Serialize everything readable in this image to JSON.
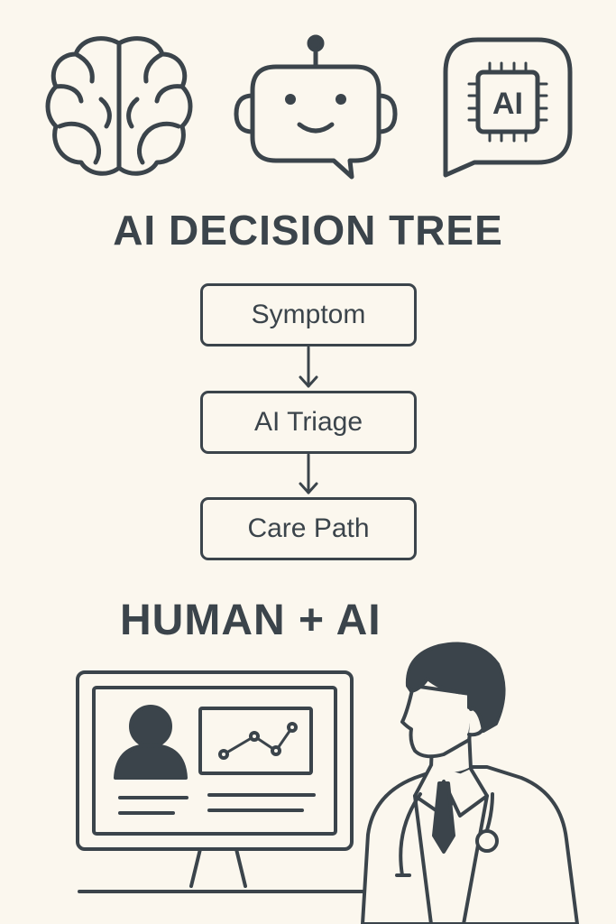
{
  "header": {
    "chip_label": "AI"
  },
  "title": "AI DECISION TREE",
  "flow": {
    "nodes": [
      {
        "label": "Symptom"
      },
      {
        "label": "AI Triage"
      },
      {
        "label": "Care Path"
      }
    ]
  },
  "subtitle": "HUMAN + AI",
  "colors": {
    "stroke": "#3b444b",
    "background": "#fbf7ee"
  }
}
